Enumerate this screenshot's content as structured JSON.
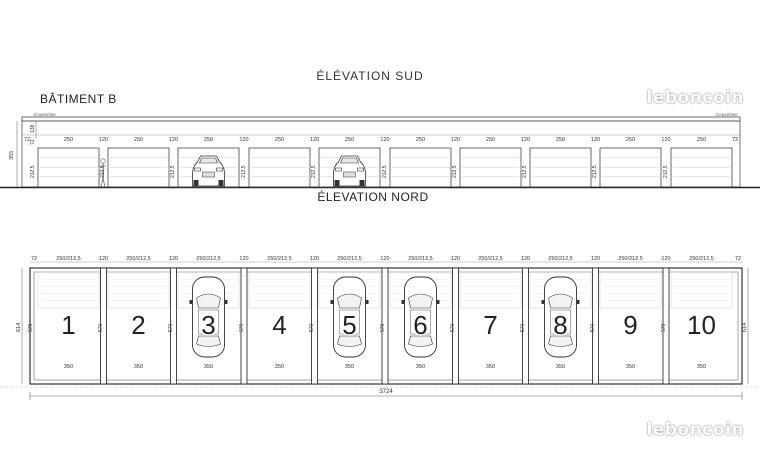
{
  "titles": {
    "south_elevation": "ÉLÉVATION SUD",
    "north_elevation": "ÉLEVATION NORD",
    "building": "BÂTIMENT B"
  },
  "watermark": "leboncoin",
  "elevation": {
    "labels": {
      "coping": "Couvertine",
      "height_total": "355",
      "height_top": "138",
      "height_small": "72",
      "door_height": "212,5"
    },
    "dims": [
      "72",
      "250",
      "120",
      "250",
      "120",
      "250",
      "120",
      "250",
      "120",
      "250",
      "120",
      "250",
      "120",
      "250",
      "120",
      "250",
      "120",
      "250",
      "120",
      "250",
      "72"
    ],
    "cars_in_bays": [
      3,
      5
    ]
  },
  "plan": {
    "dims": [
      "72",
      "250/212,5",
      "120",
      "250/212,5",
      "120",
      "250/212,5",
      "120",
      "250/212,5",
      "120",
      "250/212,5",
      "120",
      "250/212,5",
      "120",
      "250/212,5",
      "120",
      "250/212,5",
      "120",
      "250/212,5",
      "120",
      "250/212,5",
      "72"
    ],
    "depth_label": "570",
    "total_depth": "614",
    "bay_width_label": "350",
    "total_width": "3724",
    "bays": [
      "1",
      "2",
      "3",
      "4",
      "5",
      "6",
      "7",
      "8",
      "9",
      "10"
    ],
    "cars_in_bays": [
      3,
      5,
      6,
      8
    ]
  },
  "colors": {
    "line": "#333333",
    "light": "#9a9a9a",
    "faint": "#c8c8c8"
  }
}
